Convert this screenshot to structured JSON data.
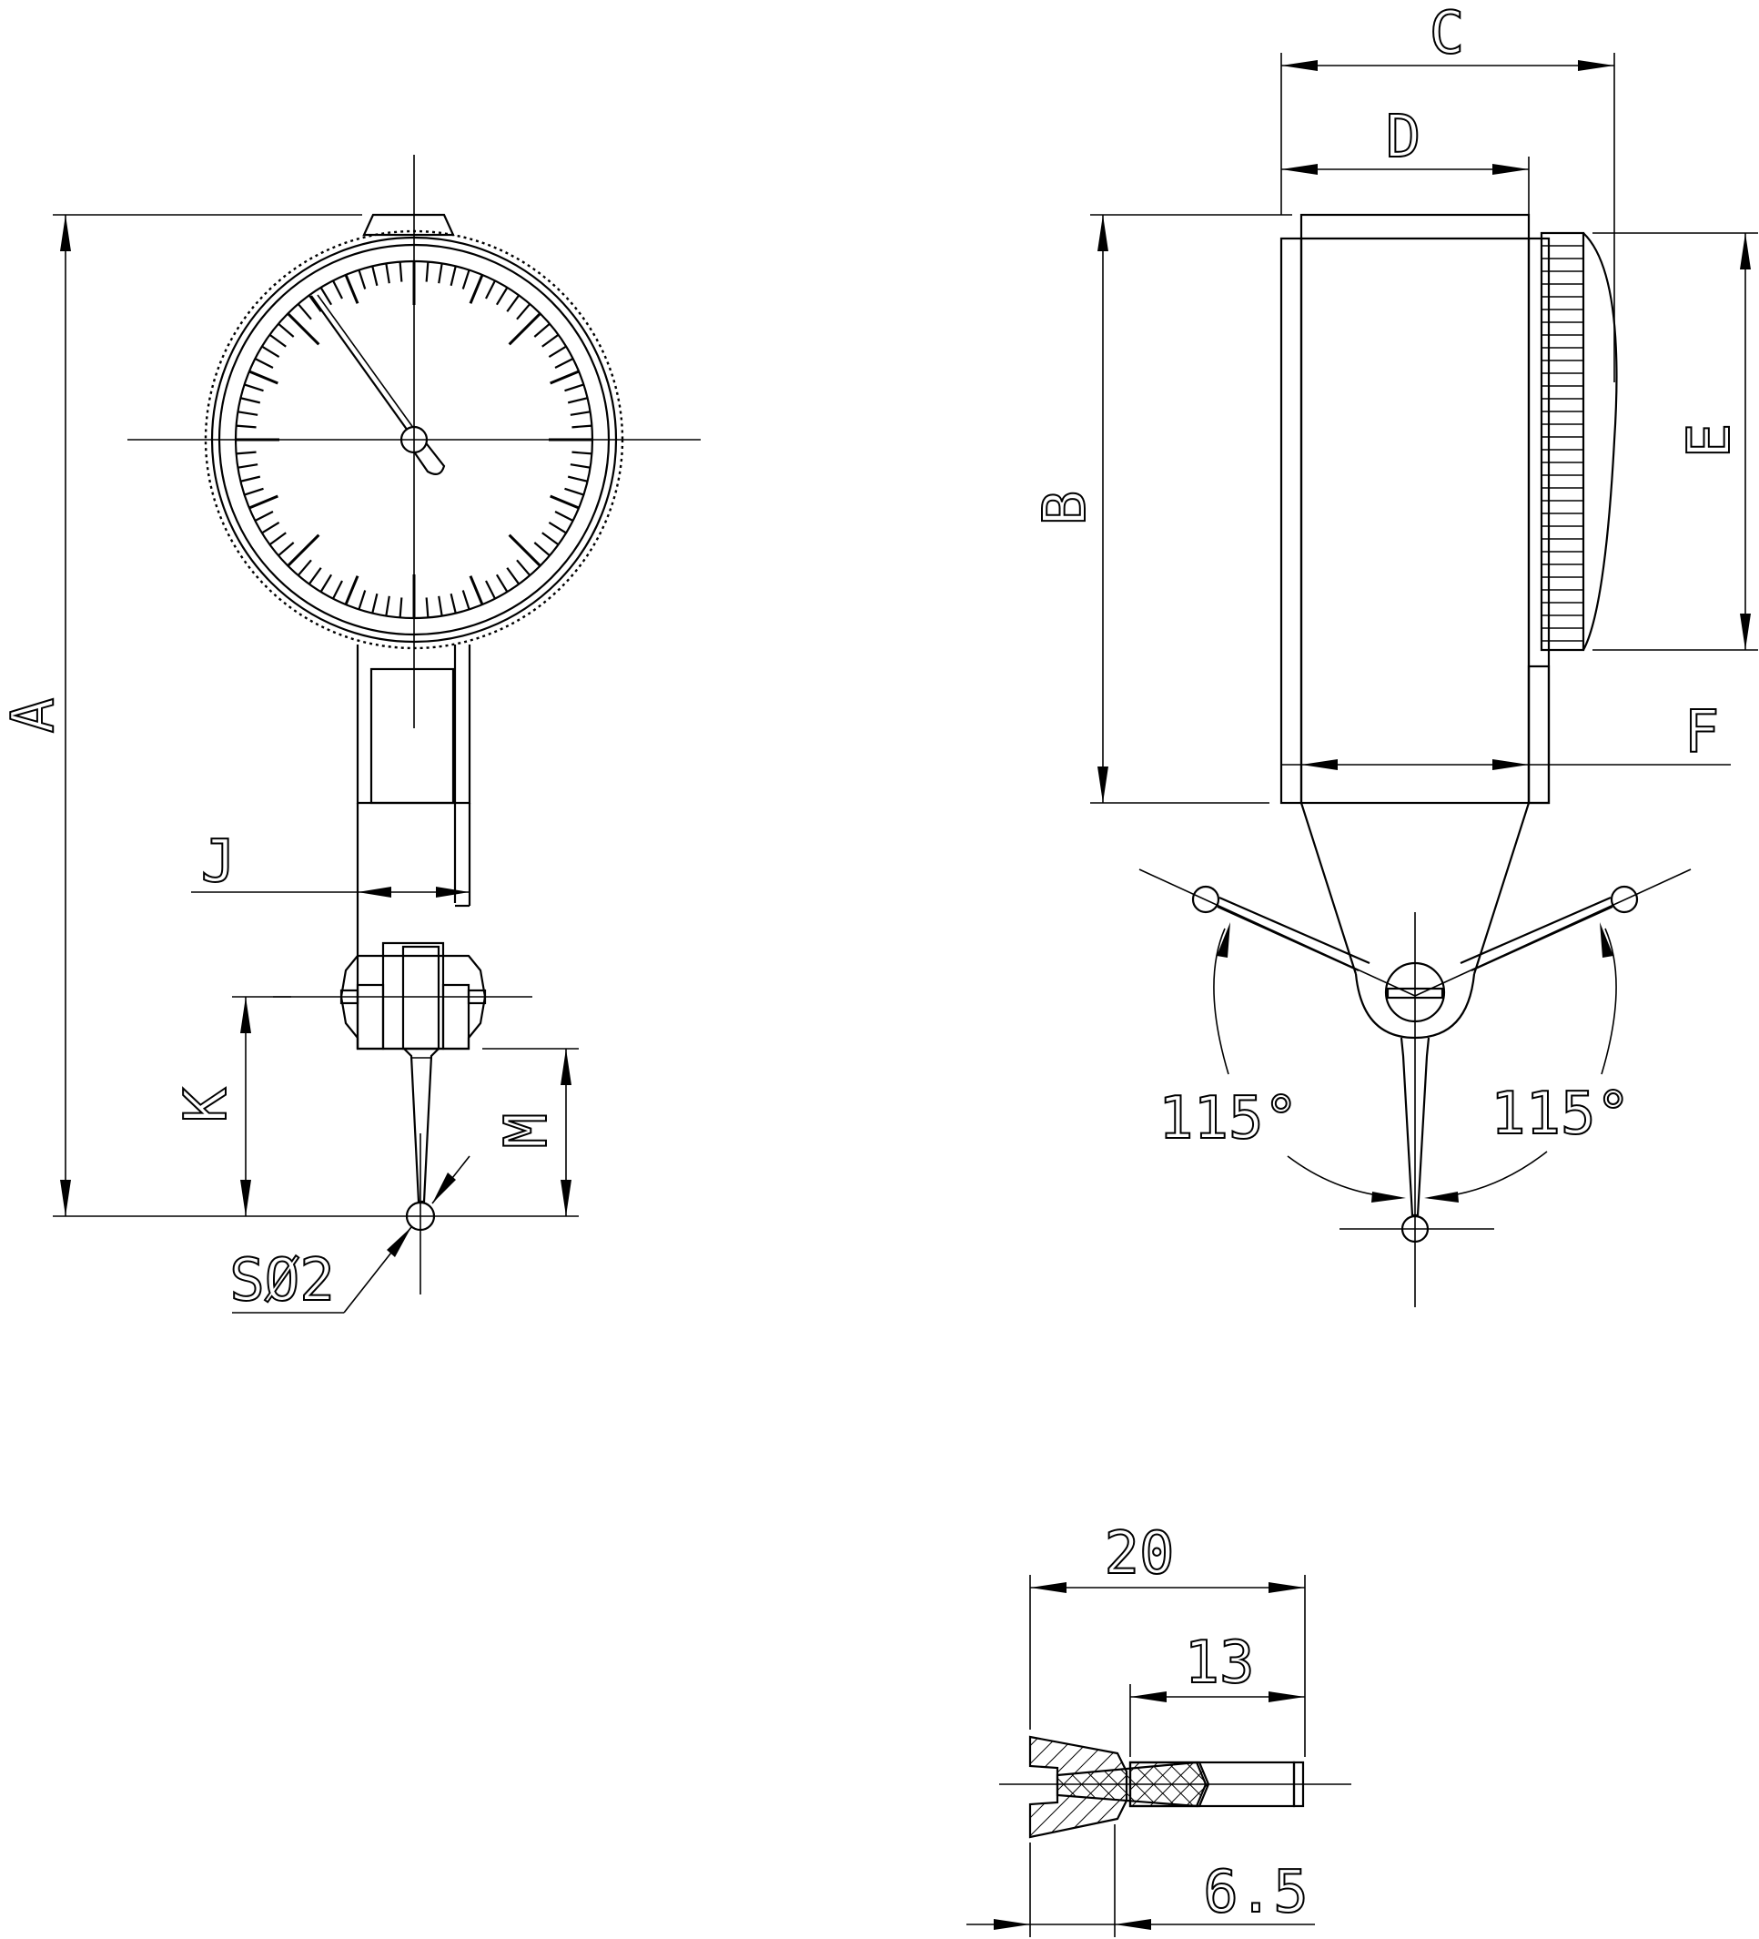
{
  "front_view": {
    "labels": {
      "a": "A",
      "j": "J",
      "k": "K",
      "m": "M",
      "ball": "SØ2"
    }
  },
  "side_view": {
    "labels": {
      "b": "B",
      "c": "C",
      "d": "D",
      "e": "E",
      "f": "F"
    },
    "angles": {
      "left": "115°",
      "right": "115°"
    }
  },
  "detail_view": {
    "labels": {
      "w20": "20",
      "w13": "13",
      "w65": "6.5"
    }
  }
}
